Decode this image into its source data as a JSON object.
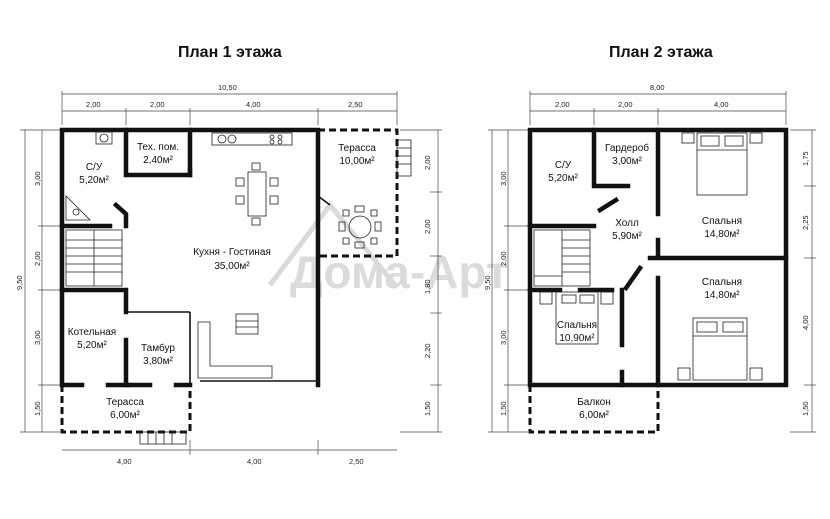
{
  "plan1": {
    "title": "План 1 этажа",
    "dims_top": {
      "total": "10,50",
      "segments": [
        "2,00",
        "2,00",
        "4,00",
        "2,50"
      ]
    },
    "dims_bottom": [
      "4,00",
      "4,00",
      "2,50"
    ],
    "dims_left": {
      "total": "9,50",
      "segments": [
        "3,00",
        "2,00",
        "3,00",
        "1,50"
      ]
    },
    "dims_right": [
      "2,00",
      "2,00",
      "1,80",
      "2,20",
      "1,50"
    ],
    "rooms": [
      {
        "name": "С/У",
        "area": "5,20м²"
      },
      {
        "name": "Тех. пом.",
        "area": "2,40м²"
      },
      {
        "name": "Терасса",
        "area": "10,00м²"
      },
      {
        "name": "Кухня - Гостиная",
        "area": "35,00м²"
      },
      {
        "name": "Котельная",
        "area": "5,20м²"
      },
      {
        "name": "Тамбур",
        "area": "3,80м²"
      },
      {
        "name": "Терасса",
        "area": "6,00м²"
      }
    ]
  },
  "plan2": {
    "title": "План 2 этажа",
    "dims_top": {
      "total": "8,00",
      "segments": [
        "2,00",
        "2,00",
        "4,00"
      ]
    },
    "dims_left": {
      "total": "9,50",
      "segments": [
        "3,00",
        "2,00",
        "3,00",
        "1,50"
      ]
    },
    "dims_right": [
      "1,75",
      "2,25",
      "4,00",
      "1,50"
    ],
    "rooms": [
      {
        "name": "С/У",
        "area": "5,20м²"
      },
      {
        "name": "Гардероб",
        "area": "3,00м²"
      },
      {
        "name": "Холл",
        "area": "5,90м²"
      },
      {
        "name": "Спальня",
        "area": "14,80м²"
      },
      {
        "name": "Спальня",
        "area": "14,80м²"
      },
      {
        "name": "Спальня",
        "area": "10,90м²"
      },
      {
        "name": "Балкон",
        "area": "6,00м²"
      }
    ]
  },
  "watermark": "Дома-Арт"
}
